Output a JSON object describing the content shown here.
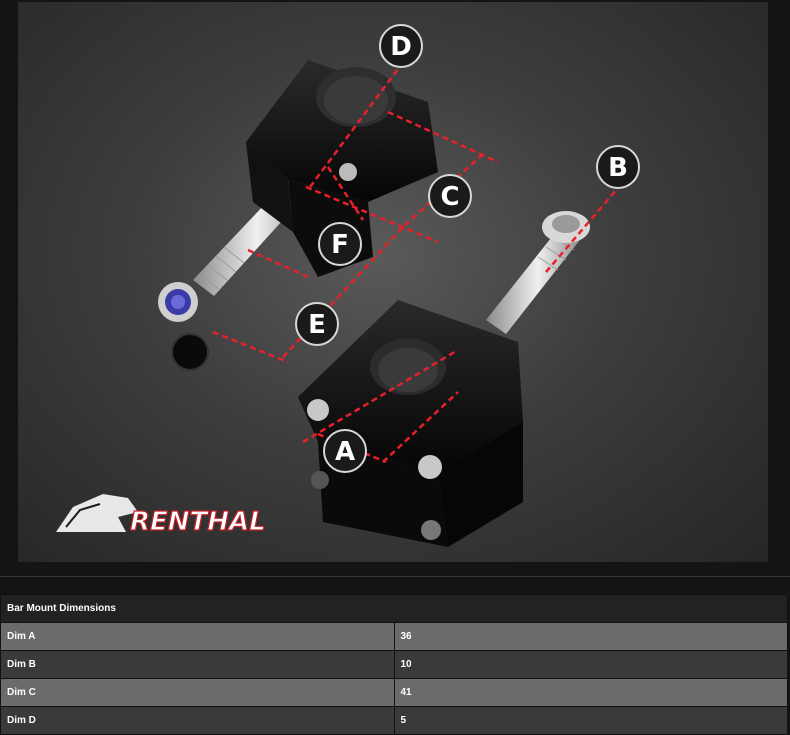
{
  "photo": {
    "brand": "RENTHAL",
    "callouts": [
      "D",
      "B",
      "C",
      "F",
      "E",
      "A"
    ]
  },
  "table": {
    "title": "Bar Mount Dimensions",
    "rows": [
      {
        "label": "Dim A",
        "value": "36"
      },
      {
        "label": "Dim B",
        "value": "10"
      },
      {
        "label": "Dim C",
        "value": "41"
      },
      {
        "label": "Dim D",
        "value": "5"
      }
    ]
  },
  "colors": {
    "dimension_line": "#e8202a",
    "callout_fill": "#1a1a1a",
    "row_light": "#6b6b6b",
    "row_dark": "#3a3a3a"
  }
}
